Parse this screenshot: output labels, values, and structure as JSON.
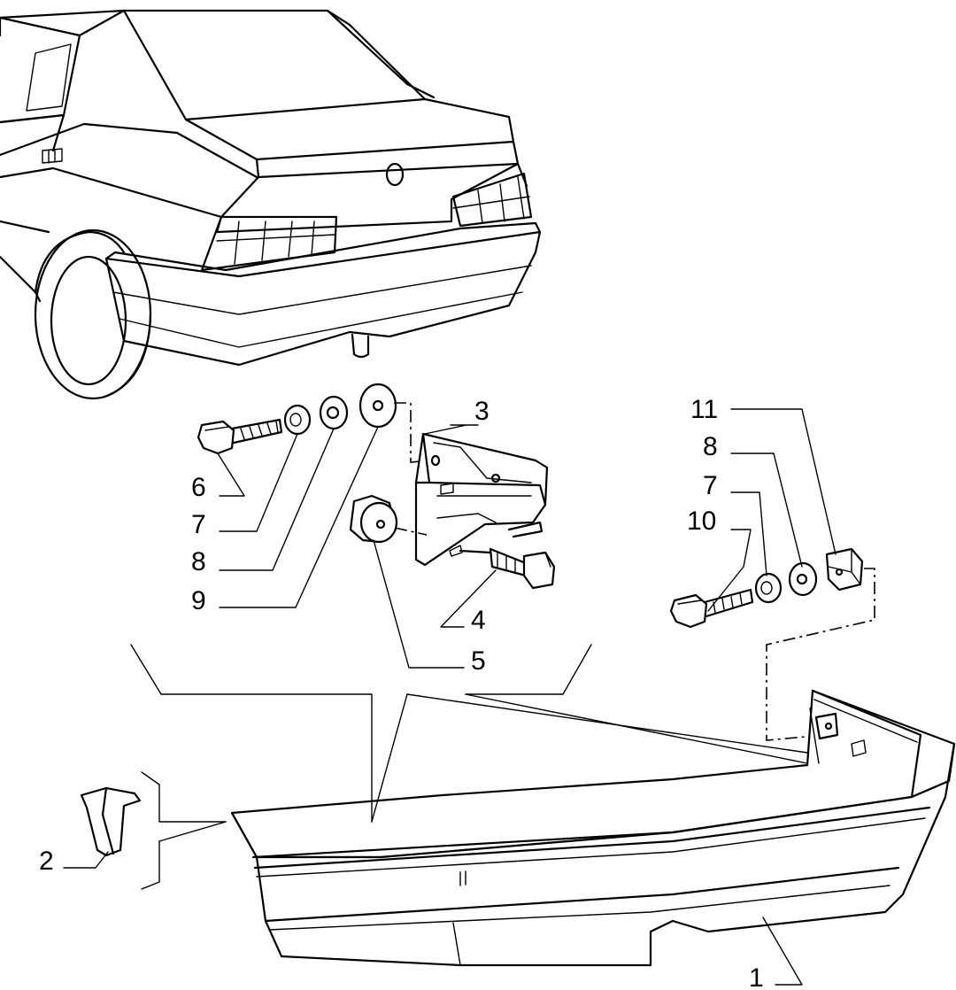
{
  "labels": {
    "p1": "1",
    "p2": "2",
    "p3": "3",
    "p4": "4",
    "p5": "5",
    "p6": "6",
    "p7a": "7",
    "p8a": "8",
    "p9": "9",
    "p7b": "7",
    "p8b": "8",
    "p10": "10",
    "p11": "11"
  }
}
